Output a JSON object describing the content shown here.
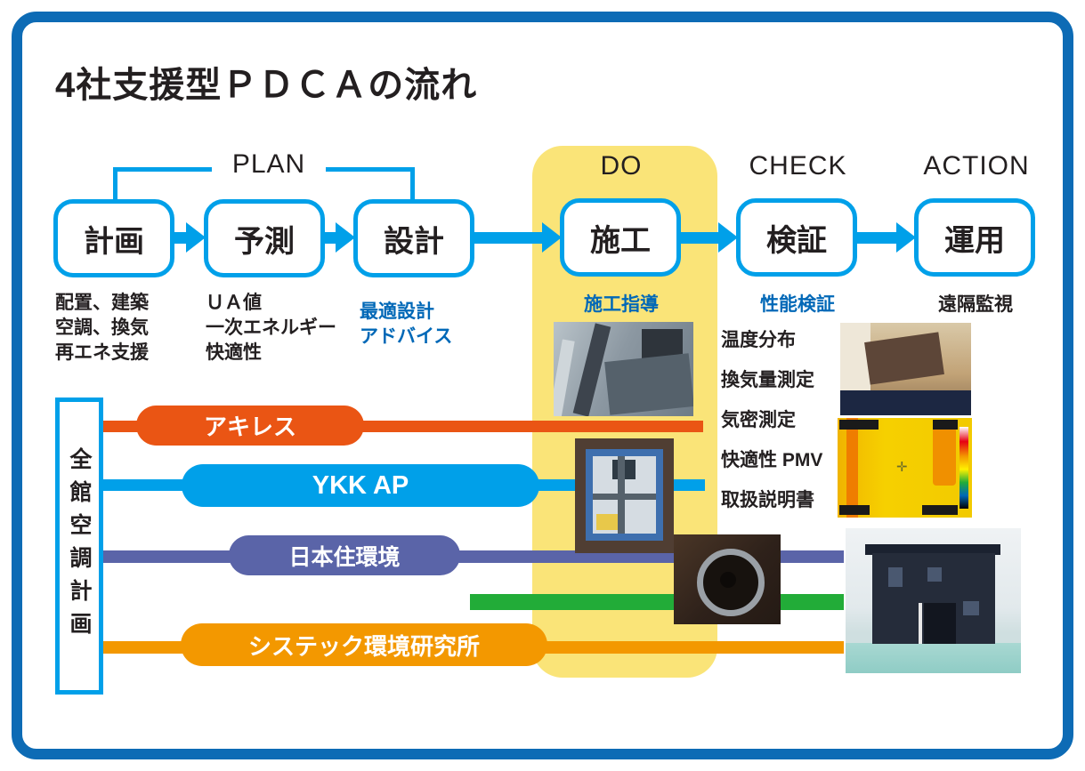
{
  "title": "4社支援型ＰＤＣＡの流れ",
  "flow": {
    "plan_label": "PLAN",
    "do_label": "DO",
    "check_label": "CHECK",
    "action_label": "ACTION",
    "steps": [
      {
        "label": "計画",
        "notes": [
          "配置、建築",
          "空調、換気",
          "再エネ支援"
        ]
      },
      {
        "label": "予測",
        "notes": [
          "ＵＡ値",
          "一次エネルギー",
          "快適性"
        ]
      },
      {
        "label": "設計",
        "notes": [
          "最適設計",
          "アドバイス"
        ]
      },
      {
        "label": "施工",
        "notes": [
          "施工指導"
        ]
      },
      {
        "label": "検証",
        "notes": [
          "性能検証"
        ]
      },
      {
        "label": "運用",
        "notes": [
          "遠隔監視"
        ]
      }
    ]
  },
  "check_list": [
    "温度分布",
    "換気量測定",
    "気密測定",
    "快適性 PMV",
    "取扱説明書"
  ],
  "left_box_label": "全館空調計画",
  "companies": [
    {
      "name": "アキレス",
      "color": "#ea5514"
    },
    {
      "name": "YKK AP",
      "color": "#00a0e9"
    },
    {
      "name": "日本住環境",
      "color": "#5a64a8"
    },
    {
      "name": "",
      "color": "#22ac38"
    },
    {
      "name": "システック環境研究所",
      "color": "#f39800"
    }
  ],
  "colors": {
    "frame_blue": "#0d6bb5",
    "flow_blue": "#00a0e9",
    "accent_text_blue": "#0068b7",
    "text_dark": "#231f20",
    "do_band_yellow": "#fae478"
  }
}
